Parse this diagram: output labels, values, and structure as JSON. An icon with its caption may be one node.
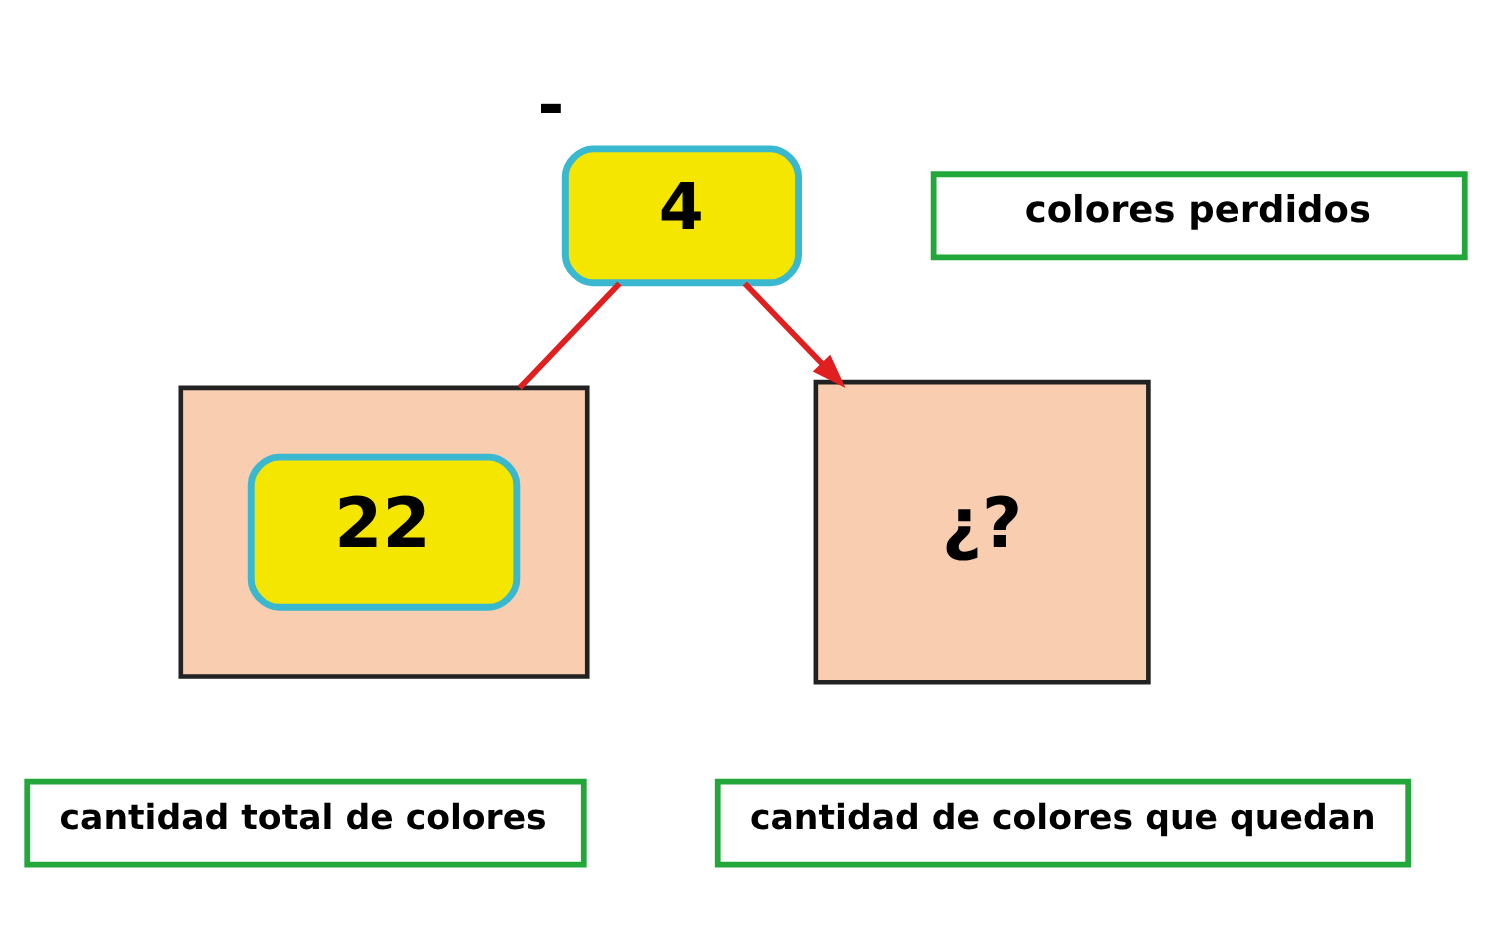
{
  "diagram": {
    "nodes": [
      {
        "text": [
          "colores perdidos"
        ]
      },
      {
        "text": [
          "4"
        ],
        "beside": [
          "-"
        ]
      },
      {
        "text": [],
        "shape": "box"
      },
      {
        "text": [
          "22"
        ],
        "in": 2
      },
      {
        "text": [
          "¿?"
        ]
      },
      {
        "text": [
          "cantidad total de colores"
        ]
      },
      {
        "text": [
          "cantidad de colores que quedan"
        ]
      }
    ],
    "edges": [
      {
        "from": 2,
        "to": 1,
        "arrow": "none",
        "color": "#e02020"
      },
      {
        "from": 1,
        "to": 4,
        "arrow": "to",
        "color": "#e02020"
      }
    ]
  }
}
